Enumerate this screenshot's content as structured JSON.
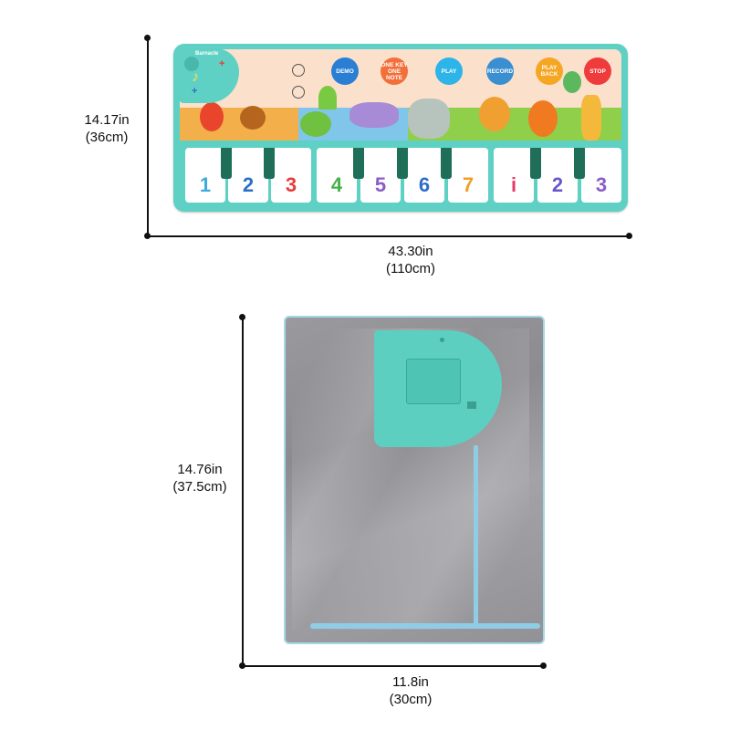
{
  "mat": {
    "brand": "Barnacle",
    "buttons": [
      {
        "label": "DEMO",
        "color": "#2a7fd4"
      },
      {
        "label": "ONE KEY ONE NOTE",
        "color": "#f36f3a"
      },
      {
        "label": "PLAY",
        "color": "#2db4e8"
      },
      {
        "label": "RECORD",
        "color": "#3a8fd0"
      },
      {
        "label": "PLAY BACK",
        "color": "#f5a623"
      },
      {
        "label": "STOP",
        "color": "#ef3b3b"
      }
    ],
    "keys": [
      {
        "label": "1",
        "color": "#3fa9e0"
      },
      {
        "label": "2",
        "color": "#2c6fc7"
      },
      {
        "label": "3",
        "color": "#e83a3a"
      },
      {
        "label": "4",
        "color": "#48b04b"
      },
      {
        "label": "5",
        "color": "#8b5cc7"
      },
      {
        "label": "6",
        "color": "#2c6fc7"
      },
      {
        "label": "7",
        "color": "#f0a020"
      },
      {
        "label": "i",
        "color": "#e83a6a"
      },
      {
        "label": "2",
        "color": "#6b56c7"
      },
      {
        "label": "3",
        "color": "#8b5cc7"
      }
    ]
  },
  "dimensions": {
    "mat_height_in": "14.17in",
    "mat_height_cm": "(36cm)",
    "mat_width_in": "43.30in",
    "mat_width_cm": "(110cm)",
    "pack_height_in": "14.76in",
    "pack_height_cm": "(37.5cm)",
    "pack_width_in": "11.8in",
    "pack_width_cm": "(30cm)"
  }
}
